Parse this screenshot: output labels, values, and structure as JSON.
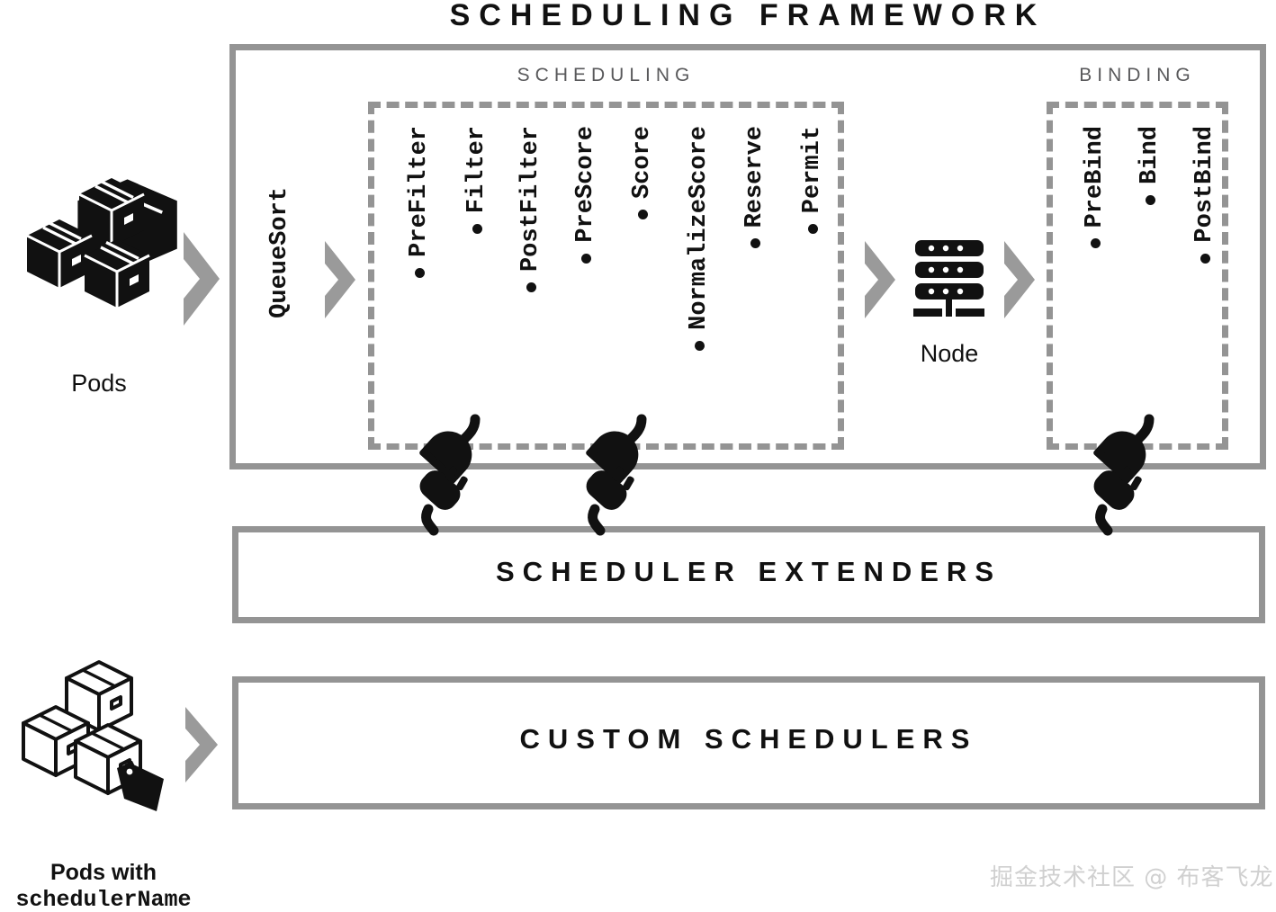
{
  "diagram": {
    "title": "SCHEDULING FRAMEWORK",
    "background_color": "#ffffff",
    "gray_color": "#949494",
    "black_color": "#111111",
    "section_label_color": "#59595b"
  },
  "sections": {
    "scheduling_label": "SCHEDULING",
    "binding_label": "BINDING"
  },
  "inputs": {
    "pods": {
      "label": "Pods",
      "icon": "pods-boxes-icon"
    },
    "pods_with_scheduler_name": {
      "label_line1": "Pods with",
      "label_line2": "schedulerName",
      "icon": "pods-tagged-boxes-icon"
    }
  },
  "queue": {
    "queue_sort": "QueueSort"
  },
  "scheduling_plugins": [
    {
      "name": "PreFilter",
      "has_extender_plug": false
    },
    {
      "name": "Filter",
      "has_extender_plug": true
    },
    {
      "name": "PostFilter",
      "has_extender_plug": false
    },
    {
      "name": "PreScore",
      "has_extender_plug": false
    },
    {
      "name": "Score",
      "has_extender_plug": true
    },
    {
      "name": "NormalizeScore",
      "has_extender_plug": false
    },
    {
      "name": "Reserve",
      "has_extender_plug": false
    },
    {
      "name": "Permit",
      "has_extender_plug": false
    }
  ],
  "node": {
    "label": "Node",
    "icon": "server-node-icon"
  },
  "binding_plugins": [
    {
      "name": "PreBind",
      "has_extender_plug": false
    },
    {
      "name": "Bind",
      "has_extender_plug": true
    },
    {
      "name": "PostBind",
      "has_extender_plug": false
    }
  ],
  "bands": {
    "scheduler_extenders": "SCHEDULER EXTENDERS",
    "custom_schedulers": "CUSTOM SCHEDULERS"
  },
  "watermark": {
    "text": "掘金技术社区 @ 布客飞龙"
  }
}
